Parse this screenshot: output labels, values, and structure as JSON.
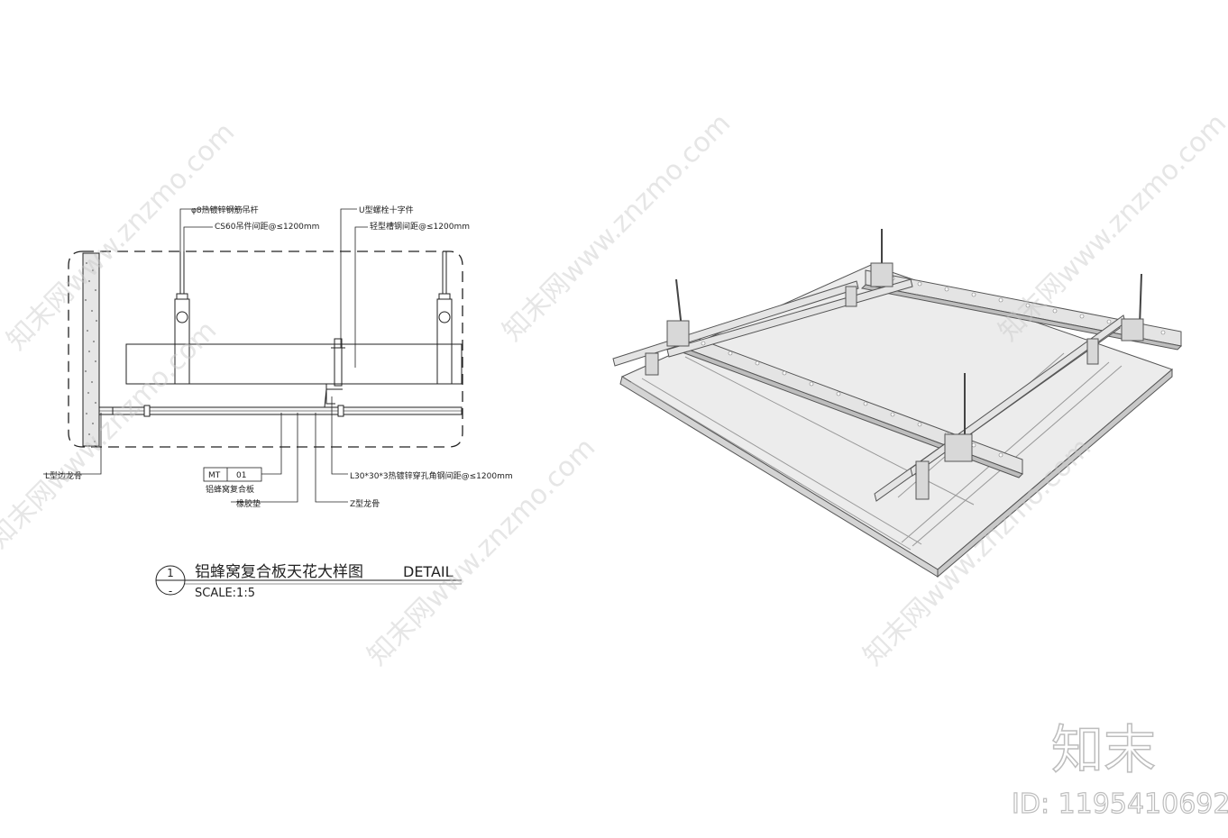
{
  "labels": {
    "rod": "φ8热镀锌钢筋吊杆",
    "cs60": "CS60吊件间距@≤1200mm",
    "u_bolt": "U型螺栓十字件",
    "channel": "轻型槽钢间距@≤1200mm",
    "l_edge": "L型边龙骨",
    "angle": "L30*30*3热镀锌穿孔角钢间距@≤1200mm",
    "tag_code": "MT",
    "tag_num": "01",
    "panel": "铝蜂窝复合板",
    "rubber": "橡胶垫",
    "z_keel": "Z型龙骨"
  },
  "title_block": {
    "number": "1",
    "title": "铝蜂窝复合板天花大样图",
    "detail": "DETAIL",
    "scale": "SCALE:1:5"
  },
  "watermark": {
    "text": "知末网www.znzmo.com",
    "brand": "知末",
    "id": "ID: 1195410692"
  },
  "colors": {
    "line": "#222222",
    "watermark": "#c8c8c8",
    "steel": "#d9d9d9",
    "panel": "#ececec"
  }
}
